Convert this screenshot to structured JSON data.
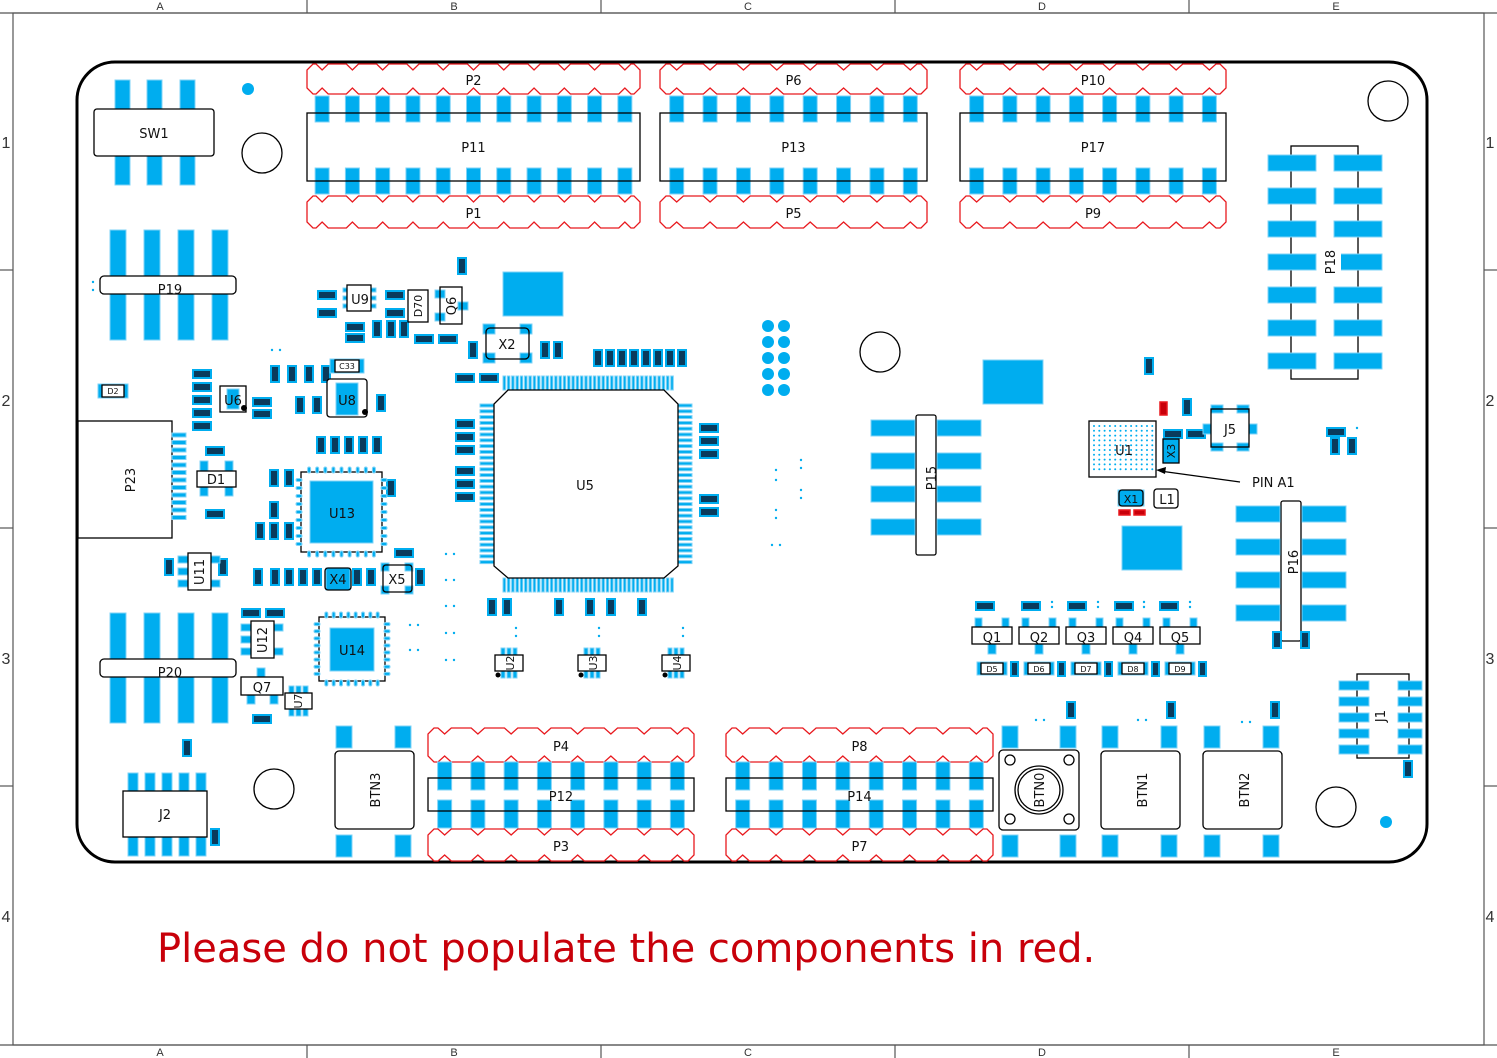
{
  "frame": {
    "columns": [
      "A",
      "B",
      "C",
      "D",
      "E"
    ],
    "rows": [
      "1",
      "2",
      "3",
      "4"
    ]
  },
  "colors": {
    "pad": "#00adef",
    "outline": "#000000",
    "do_not_populate": "#e8191e",
    "note": "#c8000a"
  },
  "components": {
    "sw1": "SW1",
    "p1": "P1",
    "p2": "P2",
    "p3": "P3",
    "p4": "P4",
    "p5": "P5",
    "p6": "P6",
    "p7": "P7",
    "p8": "P8",
    "p9": "P9",
    "p10": "P10",
    "p11": "P11",
    "p12": "P12",
    "p13": "P13",
    "p14": "P14",
    "p15": "P15",
    "p16": "P16",
    "p17": "P17",
    "p18": "P18",
    "p19": "P19",
    "p20": "P20",
    "p23": "P23",
    "u1": "U1",
    "u2": "U2",
    "u3": "U3",
    "u4": "U4",
    "u5": "U5",
    "u6": "U6",
    "u7": "U7",
    "u8": "U8",
    "u9": "U9",
    "u11": "U11",
    "u12": "U12",
    "u13": "U13",
    "u14": "U14",
    "x1": "X1",
    "x2": "X2",
    "x3": "X3",
    "x4": "X4",
    "x5": "X5",
    "l1": "L1",
    "j1": "J1",
    "j2": "J2",
    "j5": "J5",
    "d1": "D1",
    "d2": "D2",
    "d5": "D5",
    "d6": "D6",
    "d7": "D7",
    "d8": "D8",
    "d9": "D9",
    "d70": "D70",
    "q1": "Q1",
    "q2": "Q2",
    "q3": "Q3",
    "q4": "Q4",
    "q5": "Q5",
    "q6": "Q6",
    "q7": "Q7",
    "btn0": "BTN0",
    "btn1": "BTN1",
    "btn2": "BTN2",
    "btn3": "BTN3",
    "c33": "C33"
  },
  "annotation": {
    "pin_a1": "PIN A1"
  },
  "note": "Please do not populate the components in red."
}
